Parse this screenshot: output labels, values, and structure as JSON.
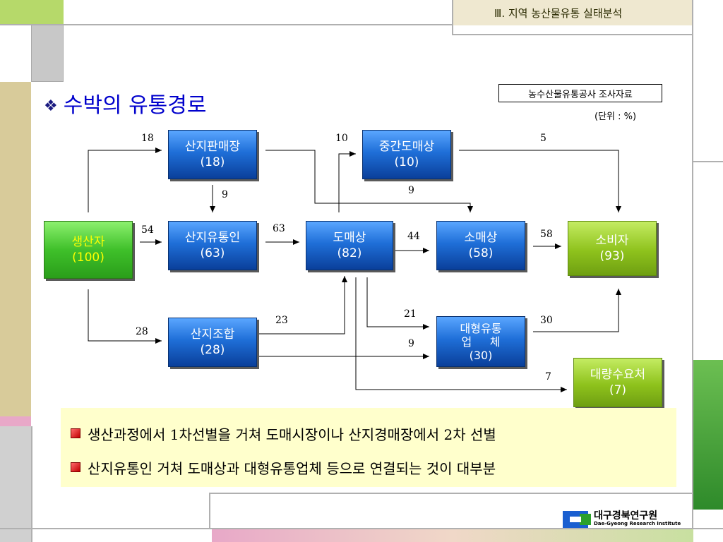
{
  "header": {
    "title": "Ⅲ. 지역 농산물유통 실태분석"
  },
  "title": {
    "text": "수박의 유통경로",
    "bullet_icon": "diamond-bullet-icon"
  },
  "source": "농수산물유통공사 조사자료",
  "unit": "(단위 : %)",
  "nodes": {
    "producer": {
      "line1": "생산자",
      "line2": "(100)"
    },
    "sanji_panmae": {
      "line1": "산지판매장",
      "line2": "(18)"
    },
    "sanji_yutong": {
      "line1": "산지유통인",
      "line2": "(63)"
    },
    "sanji_johap": {
      "line1": "산지조합",
      "line2": "(28)"
    },
    "wholesaler": {
      "line1": "도매상",
      "line2": "(82)"
    },
    "middle_wholesaler": {
      "line1": "중간도매상",
      "line2": "(10)"
    },
    "retailer": {
      "line1": "소매상",
      "line2": "(58)"
    },
    "large_retailer": {
      "line1": "대형유통",
      "line2a": "업",
      "line2b": "체",
      "line3": "(30)"
    },
    "consumer": {
      "line1": "소비자",
      "line2": "(93)"
    },
    "bulk_demand": {
      "line1": "대량수요처",
      "line2": "(7)"
    }
  },
  "edges": {
    "producer_to_panmae": "18",
    "producer_to_yutong": "54",
    "producer_to_johap": "28",
    "panmae_to_yutong": "9",
    "yutong_to_wholesaler": "63",
    "johap_to_wholesaler": "23",
    "johap_to_large": "9",
    "wholesaler_to_middle": "10",
    "panmae_to_retailer": "9",
    "wholesaler_to_retailer": "44",
    "wholesaler_to_large": "21",
    "wholesaler_to_bulk": "7",
    "middle_to_consumer": "5",
    "retailer_to_consumer": "58",
    "large_to_consumer": "30"
  },
  "summary": [
    "생산과정에서 1차선별을 거쳐 도매시장이나 산지경매장에서 2차 선별",
    "산지유통인 거쳐 도매상과 대형유통업체 등으로 연결되는 것이 대부분"
  ],
  "logo": {
    "name_kr": "대구경북연구원",
    "name_en": "Dae-Gyeong Research Institute",
    "icon": "institute-logo-icon"
  },
  "colors": {
    "node_blue": "#1f6fd8",
    "node_green": "#8ec21c",
    "producer_green": "#3fc02a",
    "title_blue": "#0000cc",
    "summary_bg": "#ffffcc"
  }
}
